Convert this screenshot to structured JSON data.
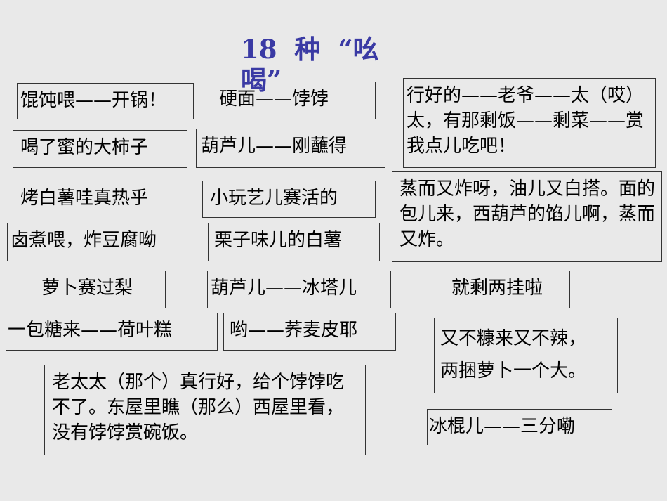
{
  "title": "18 种 “吆喝”",
  "boxes": {
    "b1": "馄饨喂——开锅！",
    "b2": "硬面——饽饽",
    "b3": "喝了蜜的大柿子",
    "b4": "葫芦儿——刚蘸得",
    "b5": "烤白薯哇真热乎",
    "b6": "小玩艺儿赛活的",
    "b7": "卤煮喂，炸豆腐呦",
    "b8": "栗子味儿的白薯",
    "b9": "萝卜赛过梨",
    "b10": "葫芦儿——冰塔儿",
    "b11": "一包糖来——荷叶糕",
    "b12": "哟——荞麦皮耶",
    "b13": "老太太（那个）真行好，给个饽饽吃不了。东屋里瞧（那么）西屋里看，没有饽饽赏碗饭。",
    "b14": "行好的——老爷——太（哎）太，有那剩饭——剩菜——赏我点儿吃吧！",
    "b15": "蒸而又炸呀，油儿又白搭。面的包儿来，西葫芦的馅儿啊，蒸而又炸。",
    "b16": "就剩两挂啦",
    "b17a": "又不糠来又不辣，",
    "b17b": "两捆萝卜一个大。",
    "b18": "冰棍儿——三分嘞"
  }
}
